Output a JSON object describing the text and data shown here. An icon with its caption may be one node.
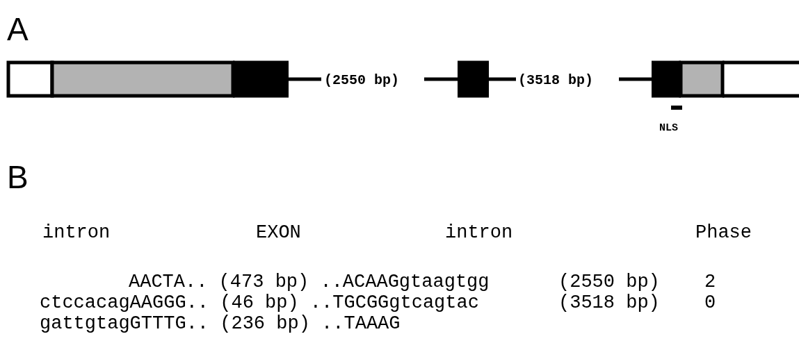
{
  "diagram": {
    "labels": [
      "A",
      "(2550 bp)",
      "(3518 bp)",
      "NLS",
      "B",
      "intron",
      "EXON",
      "intron",
      "Phase",
      "AACTA.. (473 bp) ..ACAAGgtaagtgg",
      "(2550 bp)",
      "2",
      "ctccacagAAGGG.. (46 bp) ..TGCGGgtcagtac",
      "(3518 bp)",
      "0",
      "gattgtagGTTTG.. (236 bp) ..TAAAG"
    ]
  }
}
